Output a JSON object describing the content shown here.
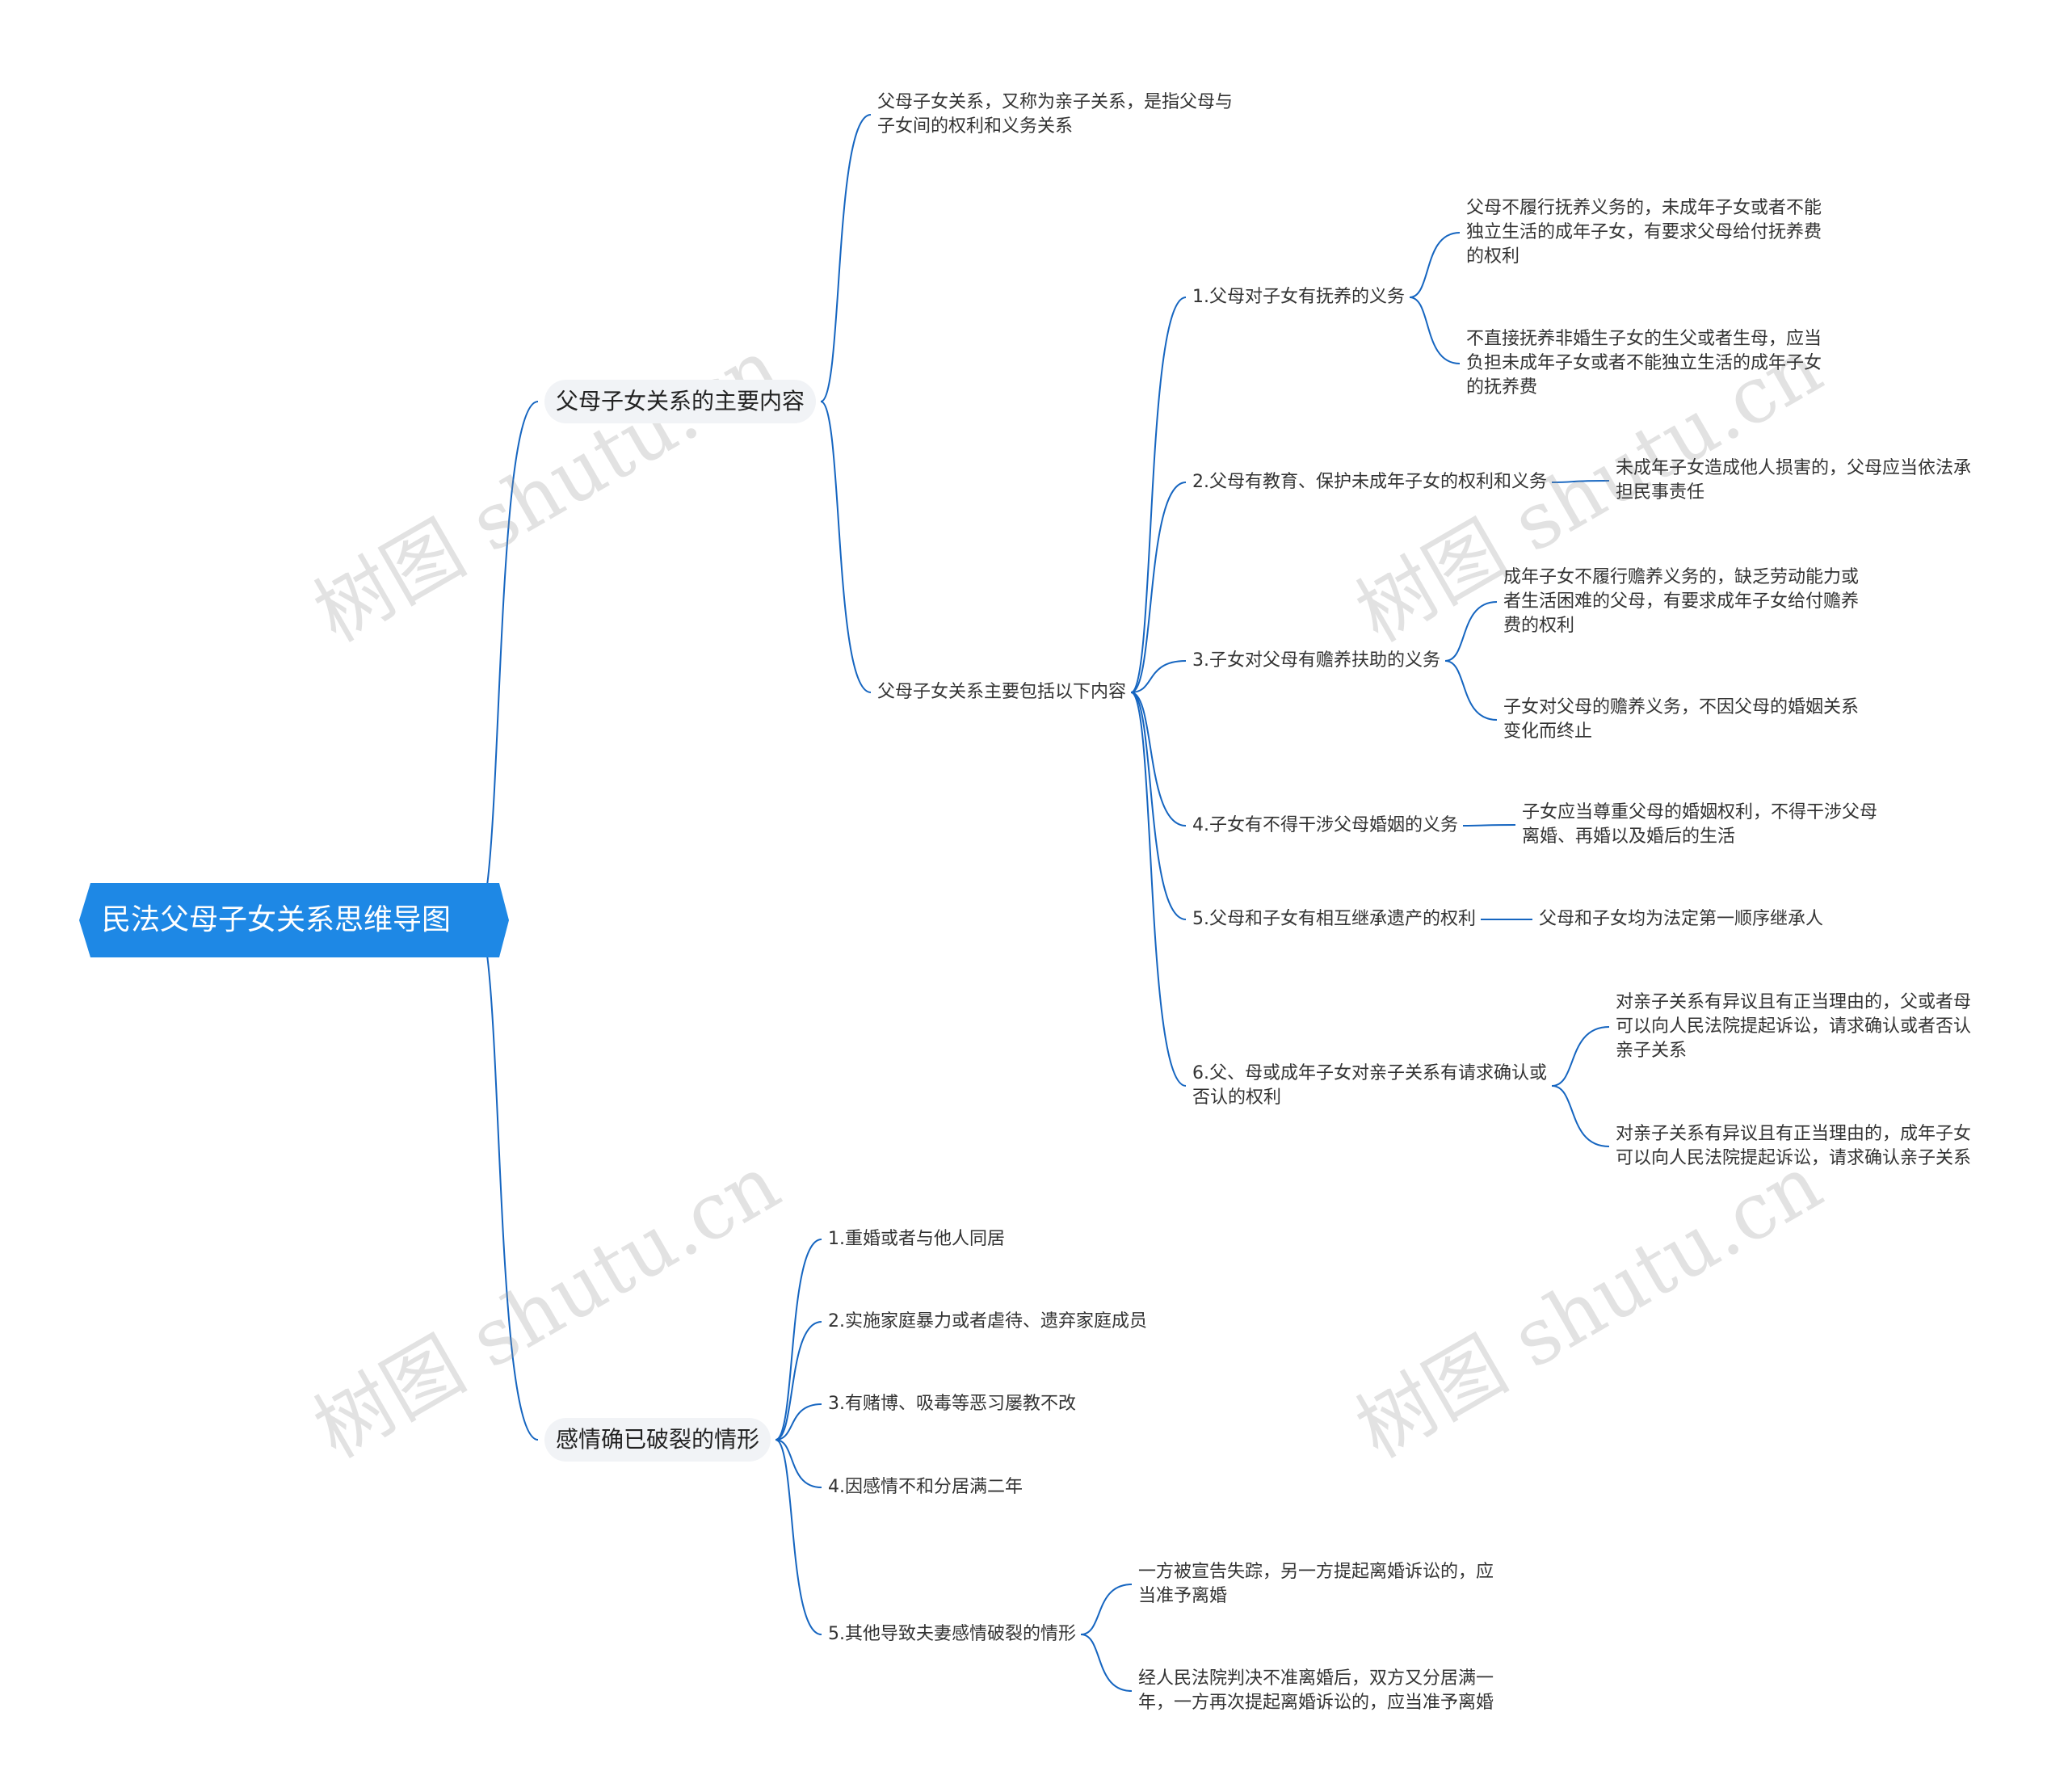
{
  "colors": {
    "root_fill": "#1e88e5",
    "branch_line": "#1565c0",
    "branch_bg": "#f1f3f6"
  },
  "root": {
    "label": "民法父母子女关系思维导图"
  },
  "branches": [
    {
      "label": "父母子女关系的主要内容",
      "children": [
        {
          "label": "父母子女关系，又称为亲子关系，是指父母与\n子女间的权利和义务关系"
        },
        {
          "label": "父母子女关系主要包括以下内容",
          "children": [
            {
              "label": "1.父母对子女有抚养的义务",
              "children": [
                {
                  "label": "父母不履行抚养义务的，未成年子女或者不能\n独立生活的成年子女，有要求父母给付抚养费\n的权利"
                },
                {
                  "label": "不直接抚养非婚生子女的生父或者生母，应当\n负担未成年子女或者不能独立生活的成年子女\n的抚养费"
                }
              ]
            },
            {
              "label": "2.父母有教育、保护未成年子女的权利和义务",
              "children": [
                {
                  "label": "未成年子女造成他人损害的，父母应当依法承\n担民事责任"
                }
              ]
            },
            {
              "label": "3.子女对父母有赡养扶助的义务",
              "children": [
                {
                  "label": "成年子女不履行赡养义务的，缺乏劳动能力或\n者生活困难的父母，有要求成年子女给付赡养\n费的权利"
                },
                {
                  "label": "子女对父母的赡养义务，不因父母的婚姻关系\n变化而终止"
                }
              ]
            },
            {
              "label": "4.子女有不得干涉父母婚姻的义务",
              "children": [
                {
                  "label": "子女应当尊重父母的婚姻权利，不得干涉父母\n离婚、再婚以及婚后的生活"
                }
              ]
            },
            {
              "label": "5.父母和子女有相互继承遗产的权利",
              "children": [
                {
                  "label": "父母和子女均为法定第一顺序继承人"
                }
              ]
            },
            {
              "label": "6.父、母或成年子女对亲子关系有请求确认或\n否认的权利",
              "children": [
                {
                  "label": "对亲子关系有异议且有正当理由的，父或者母\n可以向人民法院提起诉讼，请求确认或者否认\n亲子关系"
                },
                {
                  "label": "对亲子关系有异议且有正当理由的，成年子女\n可以向人民法院提起诉讼，请求确认亲子关系"
                }
              ]
            }
          ]
        }
      ]
    },
    {
      "label": "感情确已破裂的情形",
      "children": [
        {
          "label": "1.重婚或者与他人同居"
        },
        {
          "label": "2.实施家庭暴力或者虐待、遗弃家庭成员"
        },
        {
          "label": "3.有赌博、吸毒等恶习屡教不改"
        },
        {
          "label": "4.因感情不和分居满二年"
        },
        {
          "label": "5.其他导致夫妻感情破裂的情形",
          "children": [
            {
              "label": "一方被宣告失踪，另一方提起离婚诉讼的，应\n当准予离婚"
            },
            {
              "label": "经人民法院判决不准离婚后，双方又分居满一\n年，一方再次提起离婚诉讼的，应当准予离婚"
            }
          ]
        }
      ]
    }
  ],
  "watermark": "树图 shutu.cn"
}
